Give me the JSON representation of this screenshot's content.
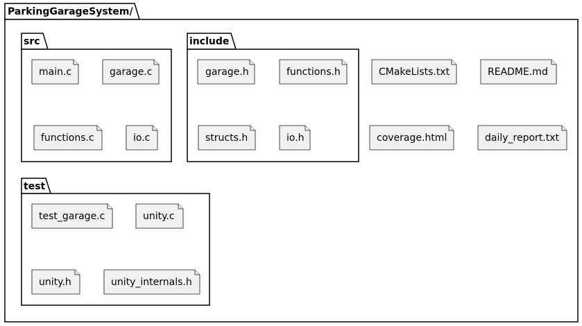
{
  "root": {
    "label": "ParkingGarageSystem/"
  },
  "packages": [
    {
      "id": "src",
      "label": "src",
      "files": [
        "main.c",
        "garage.c",
        "functions.c",
        "io.c"
      ]
    },
    {
      "id": "include",
      "label": "include",
      "files": [
        "garage.h",
        "functions.h",
        "structs.h",
        "io.h"
      ]
    },
    {
      "id": "test",
      "label": "test",
      "files": [
        "test_garage.c",
        "unity.c",
        "unity.h",
        "unity_internals.h"
      ]
    }
  ],
  "root_files": [
    "CMakeLists.txt",
    "README.md",
    "coverage.html",
    "daily_report.txt"
  ],
  "colors": {
    "note_fill": "#f1f1f1",
    "stroke": "#181818",
    "background": "#ffffff"
  }
}
